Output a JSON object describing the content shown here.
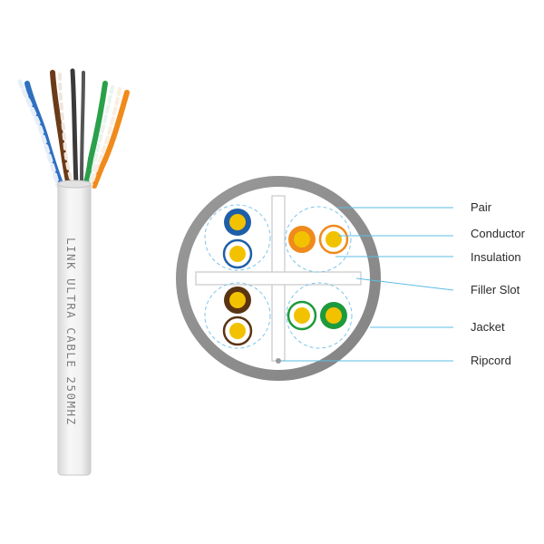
{
  "cable": {
    "print_text": "LINK ULTRA CABLE 250MHZ"
  },
  "labels": {
    "pair": "Pair",
    "conductor": "Conductor",
    "insulation": "Insulation",
    "filler_slot": "Filler Slot",
    "jacket": "Jacket",
    "ripcord": "Ripcord"
  },
  "colors": {
    "jacket": "#8f8f8f",
    "cable_sheath": "#f0f0f0",
    "pair_blue": "#1f5fa8",
    "pair_orange": "#f08a1c",
    "pair_brown": "#5a3412",
    "pair_green": "#1d9a3c",
    "conductor": "#f2c200",
    "callout_line": "#5cbde6"
  },
  "wire_icons": [
    "blue-pair-wire-icon",
    "orange-pair-wire-icon",
    "brown-pair-wire-icon",
    "green-pair-wire-icon"
  ]
}
